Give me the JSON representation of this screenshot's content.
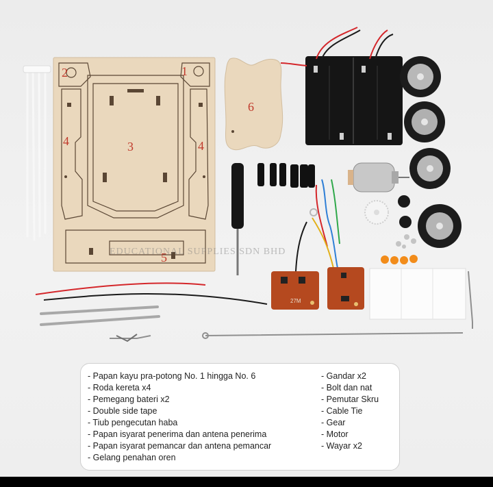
{
  "part_numbers": [
    "1",
    "2",
    "3",
    "4",
    "4",
    "5",
    "6"
  ],
  "watermark": "EDUCATIONAL SUPPLIES SDN BHD",
  "receiver_board_label": "27M",
  "legend": {
    "left_items": [
      "Papan kayu pra-potong No. 1 hingga No. 6",
      "Roda kereta x4",
      "Pemegang bateri x2",
      "Double side tape",
      "Tiub pengecutan haba",
      "Papan isyarat penerima dan antena penerima",
      "Papan isyarat pemancar dan antena pemancar",
      "Gelang penahan oren"
    ],
    "right_items": [
      "Gandar x2",
      "Bolt dan nat",
      "Pemutar Skru",
      "Cable Tie",
      "Gear",
      "Motor",
      "Wayar x2"
    ]
  },
  "colors": {
    "wood": "#ead8bd",
    "wood_line": "#5a4634",
    "part_number_red": "#c0392b",
    "battery_black": "#151515",
    "board_red": "#b5491f"
  }
}
